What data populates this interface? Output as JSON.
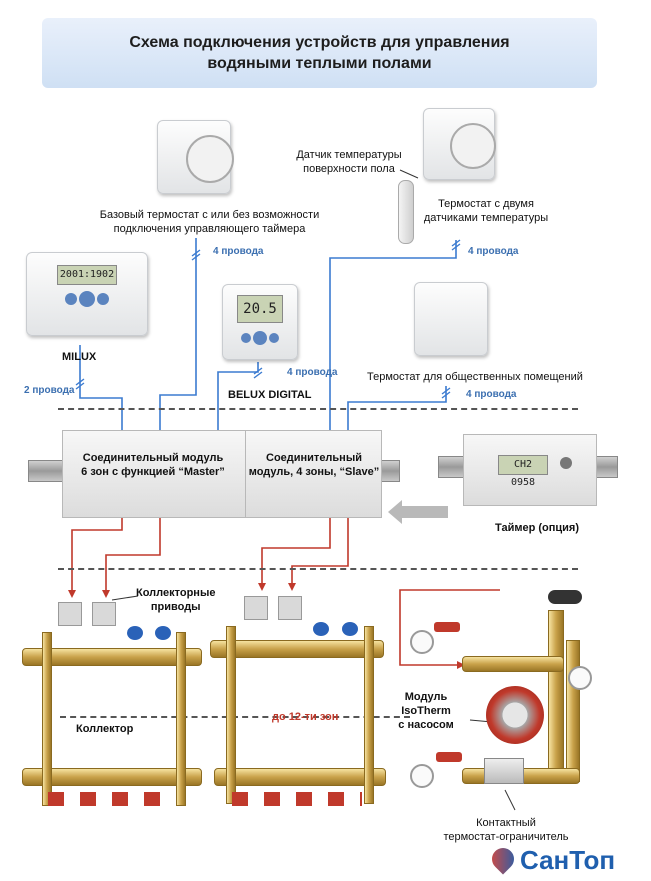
{
  "title": {
    "line1": "Схема подключения устройств для управления",
    "line2": "водяными теплыми полами"
  },
  "labels": {
    "base_thermostat_1": "Базовый термостат с или без возможности",
    "base_thermostat_2": "подключения управляющего таймера",
    "floor_sensor_1": "Датчик температуры",
    "floor_sensor_2": "поверхности пола",
    "dual_thermostat_1": "Термостат с двумя",
    "dual_thermostat_2": "датчиками температуры",
    "milux": "MILUX",
    "belux": "BELUX DIGITAL",
    "public_thermostat": "Термостат для общественных помещений",
    "master_1": "Соединительный модуль",
    "master_2": "6 зон с функцией “Master”",
    "slave_1": "Соединительный",
    "slave_2": "модуль, 4 зоны, “Slave”",
    "timer": "Таймер (опция)",
    "actuators_1": "Коллекторные",
    "actuators_2": "приводы",
    "collector": "Коллектор",
    "up_to_12": "до 12-ти зон",
    "isotherm_1": "Модуль",
    "isotherm_2": "IsoTherm",
    "isotherm_3": "с насосом",
    "contact_1": "Контактный",
    "contact_2": "термостат-ограничитель"
  },
  "wires": {
    "w1": "4 провода",
    "w2": "4 провода",
    "w3": "2 провода",
    "w4": "4 провода",
    "w5": "4 провода"
  },
  "displays": {
    "milux": "2001:1902",
    "belux": "20.5",
    "timer": "CH2 0958"
  },
  "brand": {
    "name": "СанТоп"
  },
  "colors": {
    "wire_blue": "#3b7bd0",
    "wire_red": "#c0392b",
    "wires_text": "#3b6fb0",
    "brand_blue": "#1f5fae"
  }
}
